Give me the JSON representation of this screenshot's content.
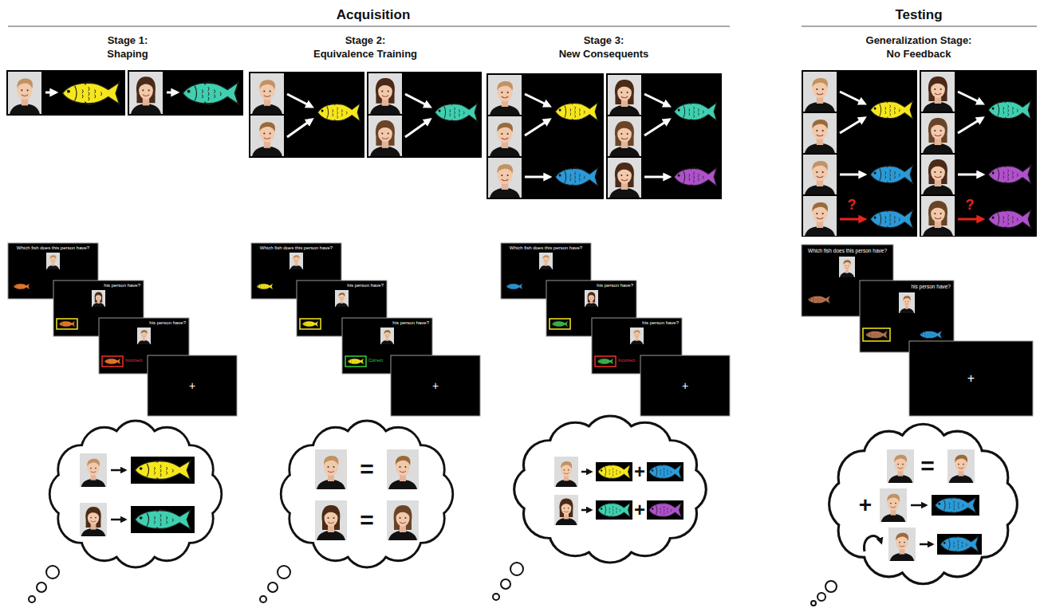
{
  "diagram": {
    "nodes": [
      {
        "text": [
          "Which fish does this person have?"
        ]
      },
      {
        "text": [
          "his person have?"
        ]
      },
      {
        "text": [
          "his person have?",
          "Incorrect"
        ]
      },
      {
        "text": [
          "+"
        ]
      },
      {
        "text": [
          "Which fish does this person have?"
        ]
      },
      {
        "text": [
          "his person have?"
        ]
      },
      {
        "text": [
          "his person have?",
          "Correct"
        ]
      },
      {
        "text": [
          "+"
        ]
      },
      {
        "text": [
          "Which fish does this person have?"
        ]
      },
      {
        "text": [
          "his person have?"
        ]
      },
      {
        "text": [
          "his person have?",
          "Incorrect"
        ]
      },
      {
        "text": [
          "+"
        ]
      },
      {
        "text": [
          "Which fish does this person have?"
        ]
      },
      {
        "text": [
          "his person have?"
        ]
      },
      {
        "text": [
          "+"
        ]
      }
    ],
    "labels": [
      "Acquisition",
      "Testing",
      "Stage 1:",
      "Shaping",
      "Stage 2:",
      "Equivalence Training",
      "Stage 3:",
      "New Consequents",
      "Generalization Stage:",
      "No Feedback",
      "?",
      "?",
      "=",
      "=",
      "+",
      "+",
      "=",
      "+"
    ]
  }
}
